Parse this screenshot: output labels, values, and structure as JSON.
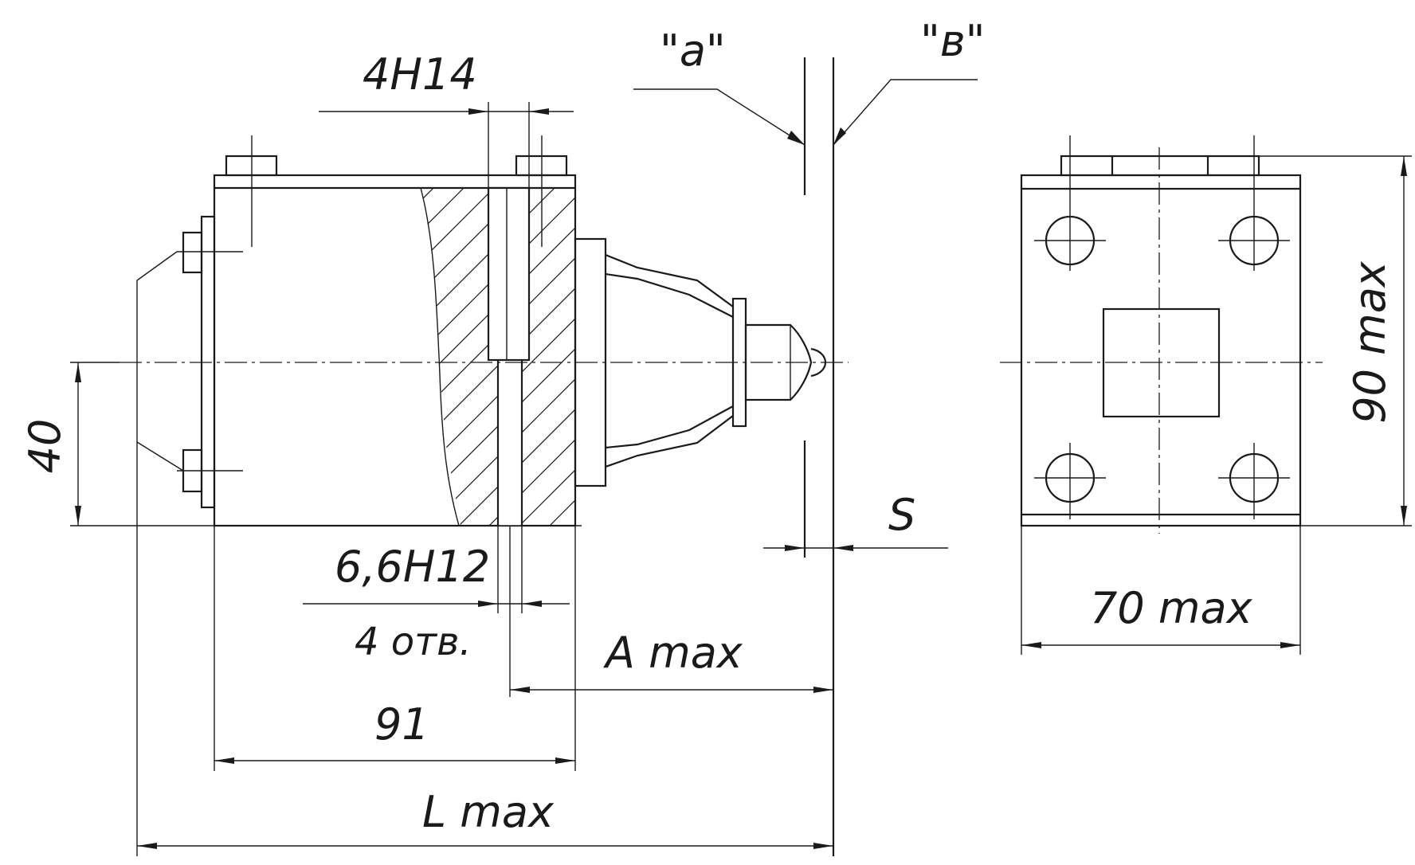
{
  "labels": {
    "view_a": "\"а\"",
    "view_b": "\"в\"",
    "hole_top": "4H14",
    "hole_bottom": "6,6H12",
    "holes_count": "4 отв.",
    "dim_40": "40",
    "dim_91": "91",
    "dim_a": "A max",
    "dim_l": "L max",
    "dim_s": "S",
    "dim_90": "90 max",
    "dim_70": "70 max"
  }
}
